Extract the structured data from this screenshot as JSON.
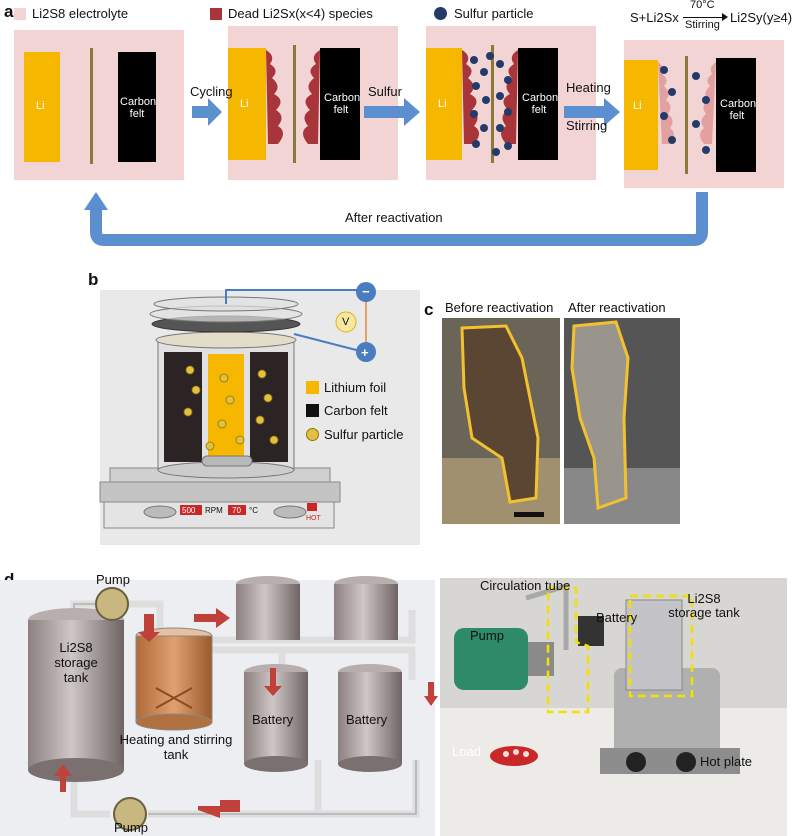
{
  "panels": {
    "a": "a",
    "b": "b",
    "c": "c",
    "d": "d"
  },
  "panel_a": {
    "legend": {
      "electrolyte": "Li2S8 electrolyte",
      "dead_species": "Dead Li2Sx(x<4) species",
      "sulfur_particle": "Sulfur particle"
    },
    "reaction": {
      "left": "S+Li2Sx",
      "above_arrow": "70°C",
      "below_arrow": "Stirring",
      "right": "Li2Sy(y≥4)"
    },
    "cell_li": "Li",
    "cell_carbon": "Carbon felt",
    "steps": {
      "cycling": "Cycling",
      "sulfur": "Sulfur",
      "heating": "Heating",
      "stirring": "Stirring"
    },
    "after_reactivation": "After reactivation"
  },
  "panel_b": {
    "minus": "−",
    "plus": "+",
    "voltmeter": "V",
    "legend": {
      "lithium": "Lithium foil",
      "carbon": "Carbon felt",
      "sulfur": "Sulfur particle"
    },
    "plate": {
      "rpm_value": "500",
      "rpm_unit": "RPM",
      "temp_value": "70",
      "temp_unit": "°C",
      "hot": "HOT"
    }
  },
  "panel_c": {
    "before": "Before reactivation",
    "after": "After reactivation"
  },
  "panel_d": {
    "schematic": {
      "pump_top": "Pump",
      "pump_bottom": "Pump",
      "storage_tank": "Li2S8 storage tank",
      "heating_tank": "Heating and stirring tank",
      "battery1": "Battery",
      "battery2": "Battery"
    },
    "photo": {
      "circulation_tube": "Circulation tube",
      "battery": "Battery",
      "storage_tank": "Li2S8 storage tank",
      "pump": "Pump",
      "load": "Load",
      "hot_plate": "Hot plate"
    }
  },
  "colors": {
    "electrolyte": "#f2d4d4",
    "lithium": "#f5b700",
    "carbon": "#000000",
    "dead_species": "#a8353a",
    "sulfur": "#243a68",
    "arrow": "#5b8fcf",
    "red_arrow": "#c0403a",
    "yellow_outline": "#f2c12e"
  }
}
